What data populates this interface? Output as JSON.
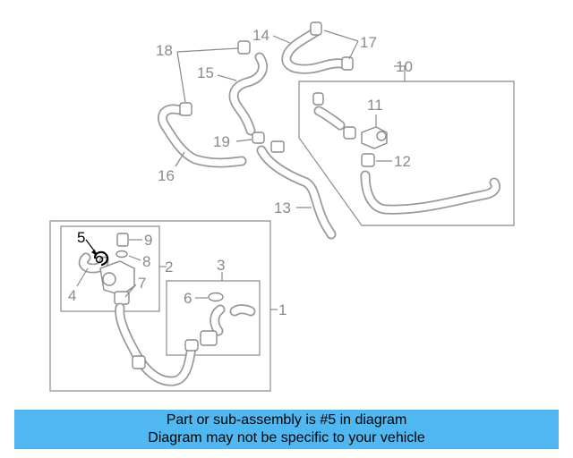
{
  "diagram": {
    "callouts": {
      "c1": "1",
      "c2": "2",
      "c3": "3",
      "c4": "4",
      "c5": "5",
      "c6": "6",
      "c7": "7",
      "c8": "8",
      "c9": "9",
      "c10": "10",
      "c11": "11",
      "c12": "12",
      "c13": "13",
      "c14": "14",
      "c15": "15",
      "c16": "16",
      "c17": "17",
      "c18": "18",
      "c19": "19"
    },
    "highlight_part": "5",
    "colors": {
      "line_gray": "#8a8a8a",
      "highlight": "#000000",
      "banner": "#4fb8f0"
    }
  },
  "banner": {
    "line1": "Part or sub-assembly is #5 in diagram",
    "line2": "Diagram may not be specific to your vehicle"
  }
}
